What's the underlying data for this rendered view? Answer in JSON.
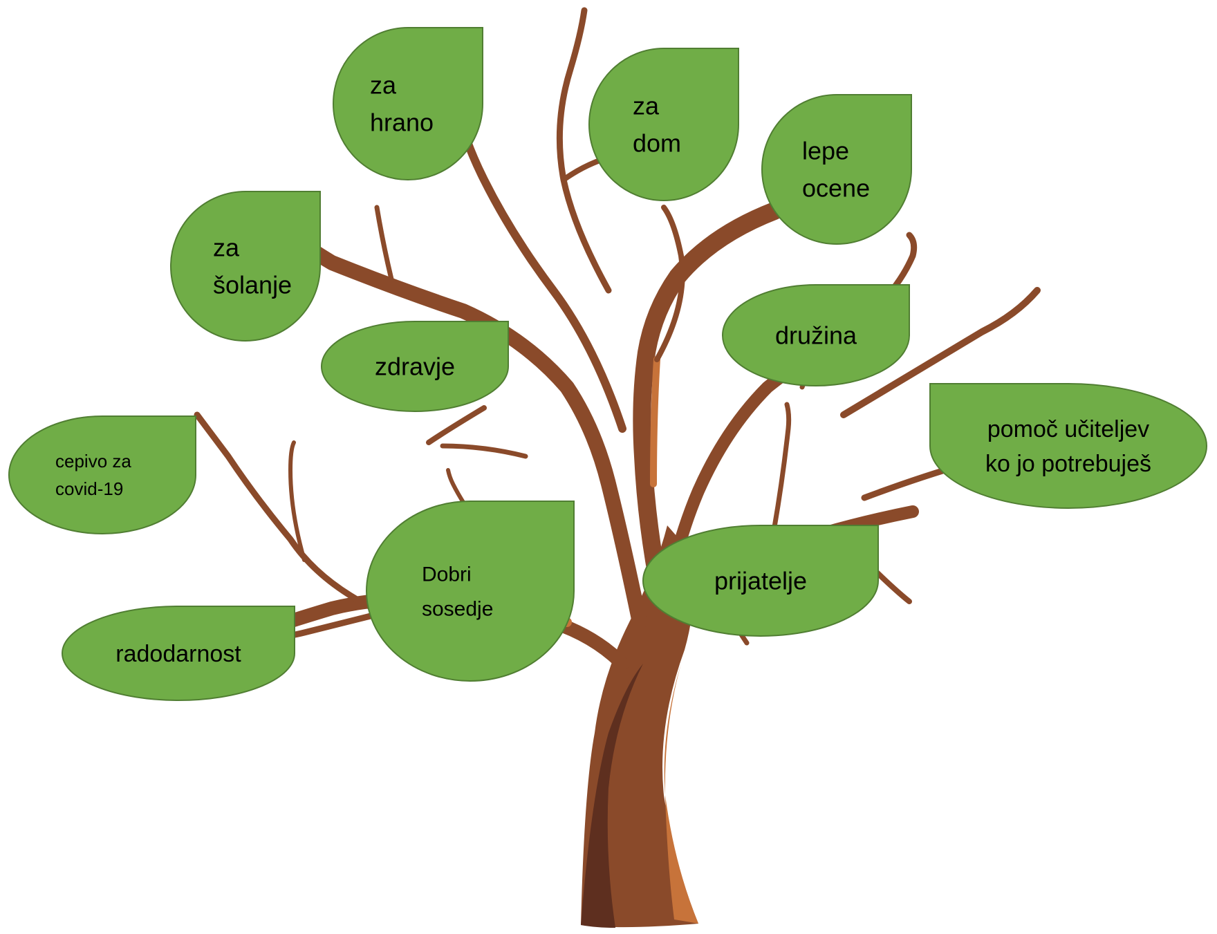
{
  "colors": {
    "leaf": "#70ad47",
    "leaf_outline": "#507e32",
    "trunk": "#8a4a2a",
    "trunk_dark": "#5e2f1f",
    "trunk_light": "#c7733a"
  },
  "leaves": [
    {
      "id": "za-hrano",
      "lines": [
        "za",
        "hrano"
      ],
      "corner": "tr"
    },
    {
      "id": "za-dom",
      "lines": [
        "za",
        "dom"
      ],
      "corner": "tr"
    },
    {
      "id": "lepe-ocene",
      "lines": [
        "lepe",
        "ocene"
      ],
      "corner": "tr"
    },
    {
      "id": "za-solanje",
      "lines": [
        "za",
        "šolanje"
      ],
      "corner": "tr"
    },
    {
      "id": "zdravje",
      "lines": [
        "zdravje"
      ],
      "corner": "tr"
    },
    {
      "id": "druzina",
      "lines": [
        "družina"
      ],
      "corner": "tr"
    },
    {
      "id": "pomoc-uciteljev",
      "lines": [
        "pomoč učiteljev",
        "ko jo potrebuješ"
      ],
      "corner": "tl"
    },
    {
      "id": "cepivo",
      "lines": [
        "cepivo za",
        "covid-19"
      ],
      "corner": "tr"
    },
    {
      "id": "dobri-sosedje",
      "lines": [
        "Dobri",
        "sosedje"
      ],
      "corner": "tr"
    },
    {
      "id": "prijatelje",
      "lines": [
        "prijatelje"
      ],
      "corner": "tr"
    },
    {
      "id": "radodarnost",
      "lines": [
        "radodarnost"
      ],
      "corner": "tr"
    }
  ]
}
